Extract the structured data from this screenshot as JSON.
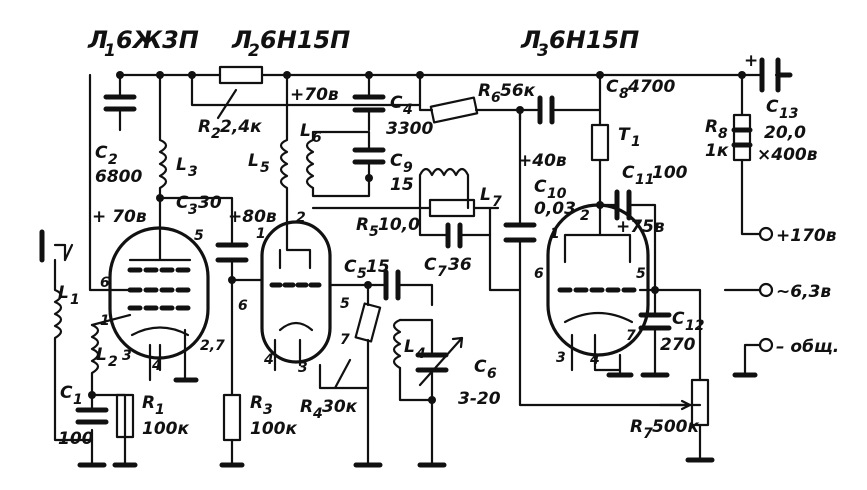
{
  "tubes": {
    "l1_title": "Л",
    "l1_sub": "1",
    "l1_type": "6Ж3П",
    "l2_title": "Л",
    "l2_sub": "2",
    "l2_type": "6Н15П",
    "l3_title": "Л",
    "l3_sub": "3",
    "l3_type": "6Н15П"
  },
  "components": {
    "c2": "C",
    "c2_sub": "2",
    "c2_val": "6800",
    "l3": "L",
    "l3_sub": "3",
    "c3": "C",
    "c3_sub": "3",
    "c3_val": "30",
    "r2": "R",
    "r2_sub": "2",
    "r2_val": "2,4к",
    "l5": "L",
    "l5_sub": "5",
    "l6": "L",
    "l6_sub": "6",
    "c4": "C",
    "c4_sub": "4",
    "c4_val": "3300",
    "c9": "C",
    "c9_sub": "9",
    "c9_val": "15",
    "r6": "R",
    "r6_sub": "6",
    "r6_val": "56к",
    "c8": "C",
    "c8_sub": "8",
    "c8_val": "4700",
    "t1": "T",
    "t1_sub": "1",
    "c13": "C",
    "c13_sub": "13",
    "c13_val1": "20,0",
    "c13_val2": "×400в",
    "r8": "R",
    "r8_sub": "8",
    "r8_val": "1к",
    "c10": "C",
    "c10_sub": "10",
    "c10_val": "0,03",
    "c11": "C",
    "c11_sub": "11",
    "c11_val": "100",
    "l7": "L",
    "l7_sub": "7",
    "r5": "R",
    "r5_sub": "5",
    "r5_val": "10,0",
    "c7": "C",
    "c7_sub": "7",
    "c7_val": "36",
    "c5": "C",
    "c5_sub": "5",
    "c5_val": "15",
    "l4": "L",
    "l4_sub": "4",
    "c6": "C",
    "c6_sub": "6",
    "c6_val": "3-20",
    "r4": "R",
    "r4_sub": "4",
    "r4_val": "30к",
    "r3": "R",
    "r3_sub": "3",
    "r3_val": "100к",
    "l1": "L",
    "l1_sub": "1",
    "l2": "L",
    "l2_sub": "2",
    "c1": "C",
    "c1_sub": "1",
    "c1_val": "100",
    "r1": "R",
    "r1_sub": "1",
    "r1_val": "100к",
    "c12": "C",
    "c12_sub": "12",
    "c12_val": "270",
    "r7": "R",
    "r7_sub": "7",
    "r7_val": "500к"
  },
  "voltages": {
    "v1": "+ 70в",
    "v2": "+70в",
    "v3": "+80в",
    "v4": "+40в",
    "v5": "+75в"
  },
  "terminals": {
    "plus170": "+170в",
    "ac63": "~6,3в",
    "common": "– общ.",
    "plus_sign": "+"
  },
  "pins": {
    "l1_p5": "5",
    "l1_p6": "6",
    "l1_p1": "1",
    "l1_p3": "3",
    "l1_p4": "4",
    "l1_p27": "2,7",
    "l2_p1": "1",
    "l2_p6": "6",
    "l2_p2": "2",
    "l2_p4": "4",
    "l2_p3": "3",
    "l2_p5": "5",
    "l2_p7": "7",
    "l3_p2": "2",
    "l3_p1": "1",
    "l3_p6": "6",
    "l3_p5": "5",
    "l3_p3": "3",
    "l3_p4": "4",
    "l3_p7": "7"
  }
}
